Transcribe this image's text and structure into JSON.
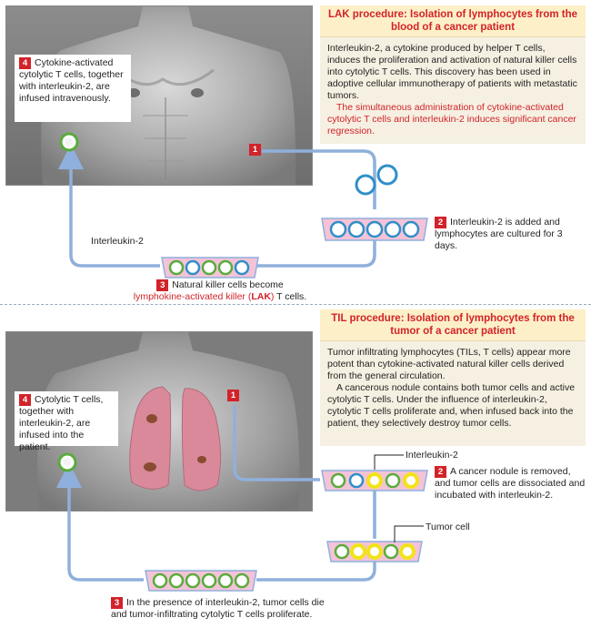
{
  "lak": {
    "title": "LAK procedure: Isolation of lymphocytes from the blood of a cancer patient",
    "paragraph1": "Interleukin-2, a cytokine produced by helper T cells, induces the proliferation and activation of natural killer cells into cytolytic T cells. This discovery has been used in adoptive cellular immunotherapy of patients with metastatic tumors.",
    "paragraph2": "The simultaneous administration of cytokine-activated cytolytic T cells and interleukin-2 induces significant cancer regression.",
    "step1_number": "1",
    "step2_number": "2",
    "step2_text": "Interleukin-2 is added and lymphocytes are cultured for 3 days.",
    "step3_number": "3",
    "step3_text_a": "Natural killer cells become",
    "step3_text_b": "lymphokine-activated killer (",
    "step3_text_lak": "LAK",
    "step3_text_c": ") T cells.",
    "step4_number": "4",
    "step4_text": "Cytokine-activated cytolytic T cells, together with interleukin-2, are infused intravenously.",
    "interleukin_label": "Interleukin-2"
  },
  "til": {
    "title": "TIL procedure: Isolation of lymphocytes from the tumor of a cancer patient",
    "paragraph1": "Tumor infiltrating lymphocytes (TILs, T cells) appear more potent than cytokine-activated natural killer cells derived from the general circulation.",
    "paragraph2": "A cancerous nodule contains both tumor cells and active cytolytic T cells. Under the influence of interleukin-2, cytolytic T cells proliferate and, when infused back into the patient, they selectively destroy tumor cells.",
    "step1_number": "1",
    "step2_number": "2",
    "step2_text": "A cancer nodule is removed, and tumor cells are dissociated and incubated with interleukin-2.",
    "step3_number": "3",
    "step3_text": "In the presence of interleukin-2, tumor cells die and tumor-infiltrating cytolytic T cells proliferate.",
    "step4_number": "4",
    "step4_text": "Cytolytic T cells, together with interleukin-2, are infused into the patient.",
    "interleukin_label": "Interleukin-2",
    "tumor_cell_label": "Tumor cell"
  },
  "colors": {
    "accent_red": "#d2232a",
    "arrow_blue": "#8fb0dc",
    "lymphocyte_blue": "#2f8fc8",
    "lymphocyte_green": "#5aab3c",
    "tumor_yellow": "#f2e31a",
    "dish_pink": "#f4c3d8",
    "panel_bg": "#f6f0e2"
  }
}
